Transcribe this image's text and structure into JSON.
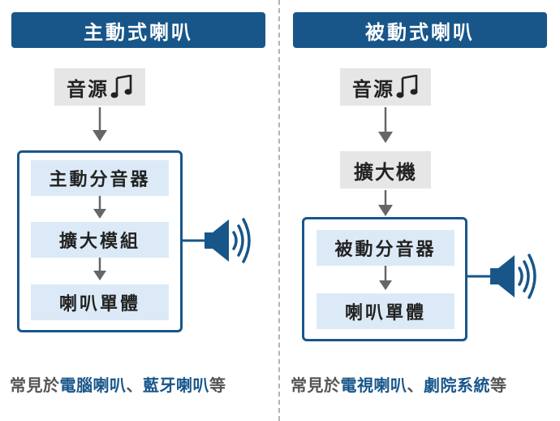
{
  "left": {
    "title": "主動式喇叭",
    "source": "音源",
    "chain": [
      "主動分音器",
      "擴大模組",
      "喇叭單體"
    ],
    "footer": {
      "prefix": "常見於",
      "items": [
        "電腦喇叭",
        "藍牙喇叭"
      ],
      "sep": "、",
      "suffix": "等"
    }
  },
  "right": {
    "title": "被動式喇叭",
    "source": "音源",
    "amp": "擴大機",
    "chain": [
      "被動分音器",
      "喇叭單體"
    ],
    "footer": {
      "prefix": "常見於",
      "items": [
        "電視喇叭",
        "劇院系統"
      ],
      "sep": "、",
      "suffix": "等"
    }
  },
  "colors": {
    "primary": "#18568a",
    "light_box": "#dceaf7",
    "gray_box": "#e6e6e6",
    "arrow": "#666666"
  },
  "icons": [
    "music-note-icon",
    "speaker-icon",
    "arrow-down-icon"
  ]
}
